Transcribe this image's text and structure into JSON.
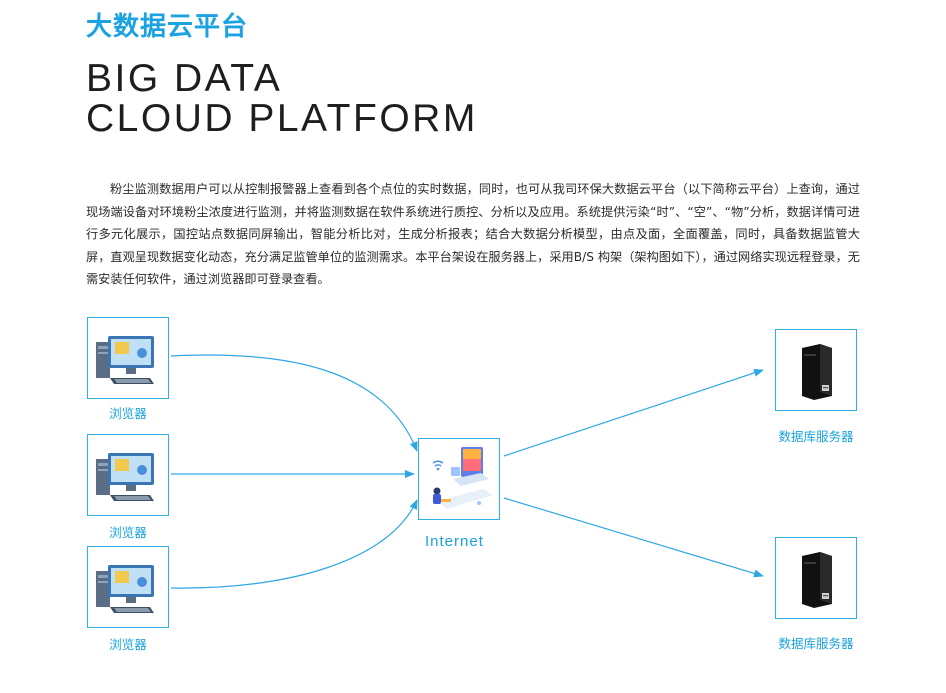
{
  "header": {
    "title_cn": "大数据云平台",
    "title_en_line1": "BIG DATA",
    "title_en_line2": "CLOUD PLATFORM"
  },
  "intro": {
    "text": "粉尘监测数据用户可以从控制报警器上查看到各个点位的实时数据，同时，也可从我司环保大数据云平台（以下简称云平台）上查询，通过现场端设备对环境粉尘浓度进行监测，并将监测数据在软件系统进行质控、分析以及应用。系统提供污染“时”、“空”、“物”分析，数据详情可进行多元化展示，国控站点数据同屏输出，智能分析比对，生成分析报表；结合大数据分析模型，由点及面，全面覆盖，同时，具备数据监管大屏，直观呈现数据变化动态，充分满足监管单位的监测需求。本平台架设在服务器上，采用B/S 构架（架构图如下），通过网络实现远程登录，无需安装任何软件，通过浏览器即可登录查看。"
  },
  "diagram": {
    "browsers": [
      {
        "label": "浏览器",
        "icon": "computer-icon"
      },
      {
        "label": "浏览器",
        "icon": "computer-icon"
      },
      {
        "label": "浏览器",
        "icon": "computer-icon"
      }
    ],
    "internet": {
      "label": "Internet",
      "icon": "internet-illustration-icon"
    },
    "servers": [
      {
        "label": "数据库服务器",
        "icon": "server-tower-icon"
      },
      {
        "label": "数据库服务器",
        "icon": "server-tower-icon"
      }
    ],
    "colors": {
      "accent": "#1aa3e0",
      "box_border": "#2fb0e6",
      "arrow": "#2fa7e3",
      "text": "#2b2b2b"
    }
  }
}
